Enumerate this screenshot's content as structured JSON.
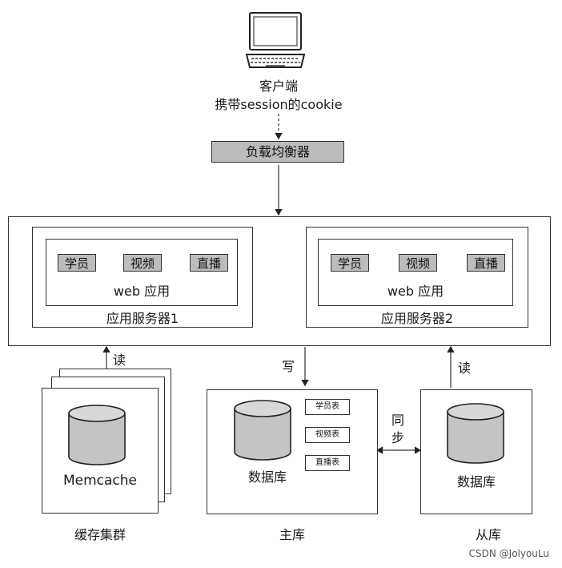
{
  "client": {
    "label": "客户端",
    "sublabel": "携带session的cookie"
  },
  "load_balancer": {
    "label": "负载均衡器"
  },
  "servers": [
    {
      "label": "应用服务器1",
      "web_label": "web 应用",
      "modules": [
        "学员",
        "视频",
        "直播"
      ]
    },
    {
      "label": "应用服务器2",
      "web_label": "web 应用",
      "modules": [
        "学员",
        "视频",
        "直播"
      ]
    }
  ],
  "cache": {
    "name": "Memcache",
    "caption": "缓存集群",
    "arrow_label": "读"
  },
  "master": {
    "db_label": "数据库",
    "caption": "主库",
    "arrow_label": "写",
    "tables": [
      "学员表",
      "视频表",
      "直播表"
    ]
  },
  "slave": {
    "db_label": "数据库",
    "caption": "从库",
    "arrow_label": "读"
  },
  "sync_label": "同\n步",
  "watermark": "CSDN @JolyouLu"
}
